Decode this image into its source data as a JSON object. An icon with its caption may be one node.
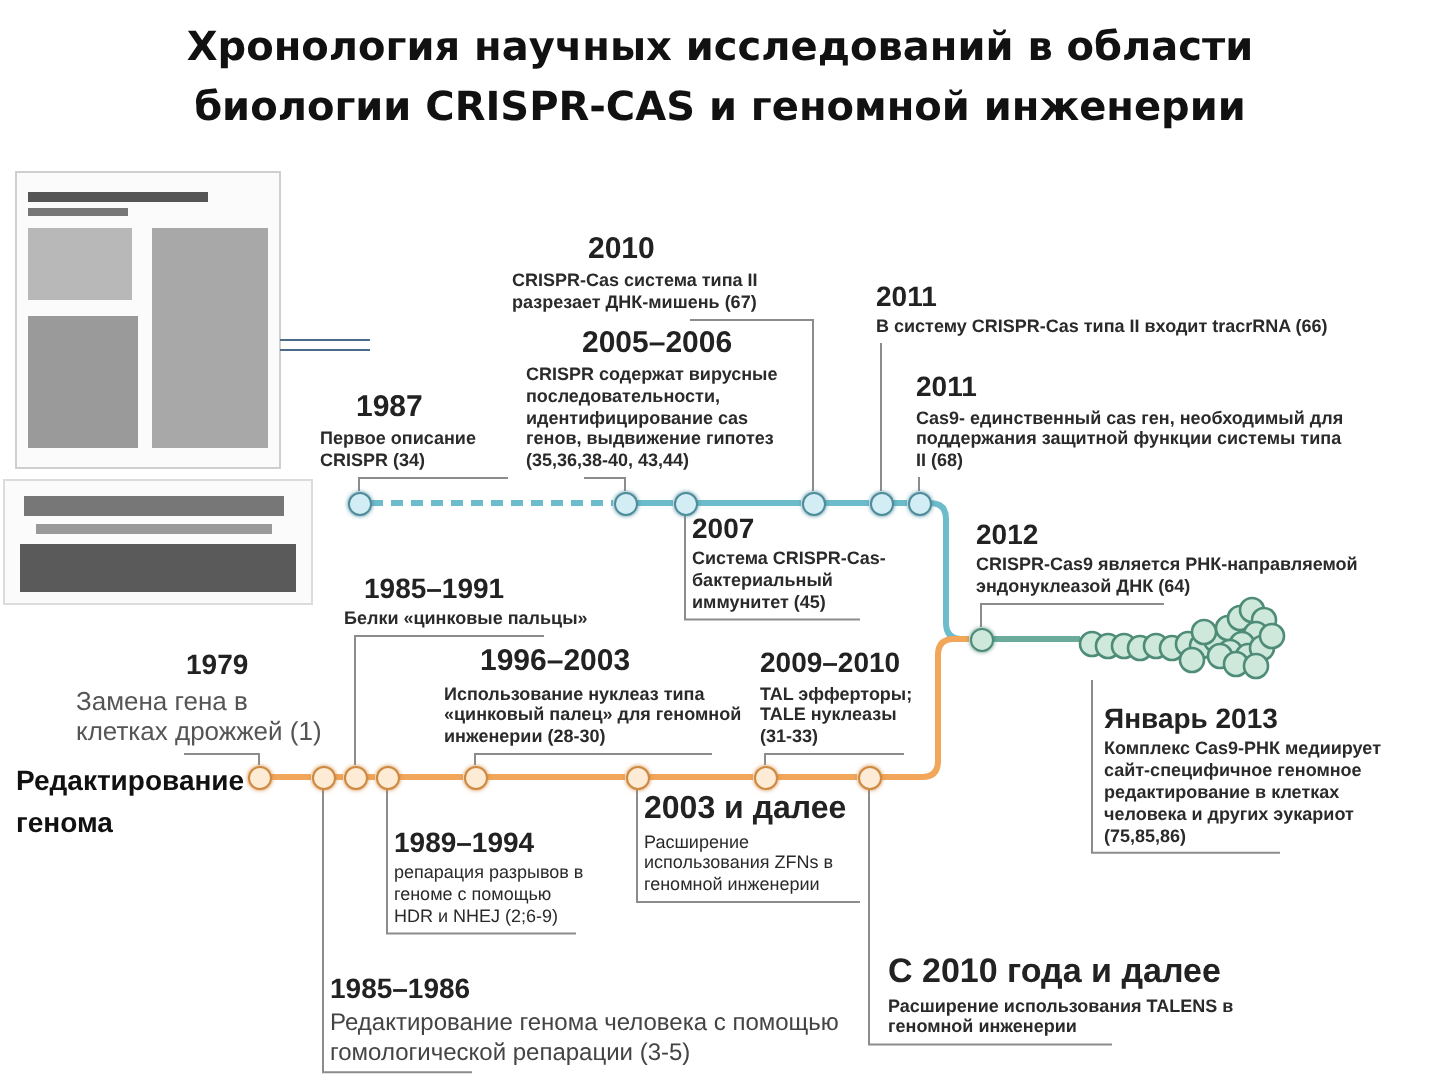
{
  "diagram": {
    "title": "Хронология научных исследований в области биологии CRISPR-CAS и геномной инженерии",
    "nodes": [
      {
        "text": [
          "2010",
          "CRISPR-Cas система типа II разрезает ДНК-мишень (67)"
        ]
      },
      {
        "text": [
          "2011",
          "В систему CRISPR-Cas типа II входит tracrRNA (66)"
        ]
      },
      {
        "text": [
          "2005–2006",
          "CRISPR содержат вирусные последовательности, идентифицирование cas генов, выдвижение гипотез (35,36,38-40, 43,44)"
        ]
      },
      {
        "text": [
          "2011",
          "Cas9- единственный cas ген, необходимый для поддержания защитной функции системы типа II (68)"
        ]
      },
      {
        "text": [
          "1987",
          "Первое описание CRISPR (34)"
        ]
      },
      {
        "text": [
          "2012",
          "CRISPR-Cas9 является РНК-направляемой эндонуклеазой ДНК (64)"
        ]
      },
      {
        "text": [
          "2007",
          "Система CRISPR-Cas- бактериальный иммунитет (45)"
        ]
      },
      {
        "text": [
          "1985–1991",
          "Белки «цинковые пальцы»"
        ]
      },
      {
        "text": [
          "1979",
          "Замена гена в клетках дрожжей (1)"
        ]
      },
      {
        "text": [
          "1996–2003",
          "Использование нуклеаз типа «цинковый палец» для геномной инженерии (28-30)"
        ]
      },
      {
        "text": [
          "2009–2010",
          "TAL эфферторы; TALE нуклеазы (31-33)"
        ]
      },
      {
        "text": [
          "2003 и далее",
          "Расширение использования ZFNs в геномной инженерии"
        ]
      },
      {
        "text": [
          "1989–1994",
          "репарация разрывов в геноме с помощью HDR и NHEJ (2;6-9)"
        ]
      },
      {
        "text": [
          "Январь 2013",
          "Комплекс Cas9-РНК медиирует сайт-специфичное геномное редактирование в клетках человека и других эукариот (75,85,86)"
        ]
      },
      {
        "text": [
          "С 2010 года и далее",
          "Расширение использования TALENS в геномной инженерии"
        ]
      },
      {
        "text": [
          "1985–1986",
          "Редактирование генома человека с помощью гомологической репарации (3-5)"
        ]
      },
      {
        "text": [],
        "shape": "circle"
      },
      {
        "text": [],
        "shape": "circle"
      },
      {
        "text": [],
        "shape": "circle"
      },
      {
        "text": [],
        "shape": "circle"
      },
      {
        "text": [],
        "shape": "circle"
      },
      {
        "text": [],
        "shape": "circle"
      },
      {
        "text": [],
        "shape": "circle"
      },
      {
        "text": [],
        "shape": "circle"
      },
      {
        "text": [],
        "shape": "circle"
      },
      {
        "text": [],
        "shape": "circle"
      },
      {
        "text": [],
        "shape": "circle"
      },
      {
        "text": [],
        "shape": "circle"
      },
      {
        "text": [],
        "shape": "circle"
      },
      {
        "text": [],
        "shape": "circle"
      },
      {
        "text": [],
        "shape": "circle"
      },
      {
        "text": [],
        "shape": "circle"
      }
    ],
    "edges": [
      {
        "from": 0,
        "to": 19,
        "arrow": "none"
      },
      {
        "from": 1,
        "to": 20,
        "arrow": "none"
      },
      {
        "from": 2,
        "to": 17,
        "arrow": "none"
      },
      {
        "from": 3,
        "to": 21,
        "arrow": "none"
      },
      {
        "from": 4,
        "to": 16,
        "arrow": "none"
      },
      {
        "from": 5,
        "to": 22,
        "arrow": "none"
      },
      {
        "from": 6,
        "to": 18,
        "arrow": "none"
      },
      {
        "from": 7,
        "to": 26,
        "arrow": "none"
      },
      {
        "from": 8,
        "to": 24,
        "arrow": "none"
      },
      {
        "from": 9,
        "to": 28,
        "arrow": "none"
      },
      {
        "from": 10,
        "to": 30,
        "arrow": "none"
      },
      {
        "from": 11,
        "to": 29,
        "arrow": "none"
      },
      {
        "from": 12,
        "to": 27,
        "arrow": "none"
      },
      {
        "from": 13,
        "to": 23,
        "arrow": "none"
      },
      {
        "from": 14,
        "to": 31,
        "arrow": "none"
      },
      {
        "from": 15,
        "to": 25,
        "arrow": "none"
      },
      {
        "from": 16,
        "to": 17,
        "arrow": "none",
        "style": "dashed",
        "color": "#6cbccb"
      },
      {
        "from": 17,
        "to": 18,
        "arrow": "none",
        "style": "thick",
        "color": "#6cbccb"
      },
      {
        "from": 18,
        "to": 19,
        "arrow": "none",
        "style": "thick",
        "color": "#6cbccb"
      },
      {
        "from": 19,
        "to": 20,
        "arrow": "none",
        "style": "thick",
        "color": "#6cbccb"
      },
      {
        "from": 20,
        "to": 21,
        "arrow": "none",
        "style": "thick",
        "color": "#6cbccb"
      },
      {
        "from": 21,
        "to": 22,
        "arrow": "none",
        "style": "thick",
        "color": "#6cbccb"
      },
      {
        "from": 22,
        "to": 23,
        "arrow": "none",
        "style": "thick",
        "color": "#6aab9c"
      },
      {
        "from": 24,
        "to": 25,
        "arrow": "none",
        "style": "thick",
        "color": "#f2a65a"
      },
      {
        "from": 25,
        "to": 26,
        "arrow": "none",
        "style": "thick",
        "color": "#f2a65a"
      },
      {
        "from": 26,
        "to": 27,
        "arrow": "none",
        "style": "thick",
        "color": "#f2a65a"
      },
      {
        "from": 27,
        "to": 28,
        "arrow": "none",
        "style": "thick",
        "color": "#f2a65a"
      },
      {
        "from": 28,
        "to": 29,
        "arrow": "none",
        "style": "thick",
        "color": "#f2a65a"
      },
      {
        "from": 29,
        "to": 30,
        "arrow": "none",
        "style": "thick",
        "color": "#f2a65a"
      },
      {
        "from": 30,
        "to": 31,
        "arrow": "none",
        "style": "thick",
        "color": "#f2a65a"
      },
      {
        "from": 31,
        "to": 22,
        "arrow": "none",
        "style": "thick",
        "color": "#f2a65a"
      }
    ],
    "labels": [
      "Редактирование генома"
    ]
  }
}
